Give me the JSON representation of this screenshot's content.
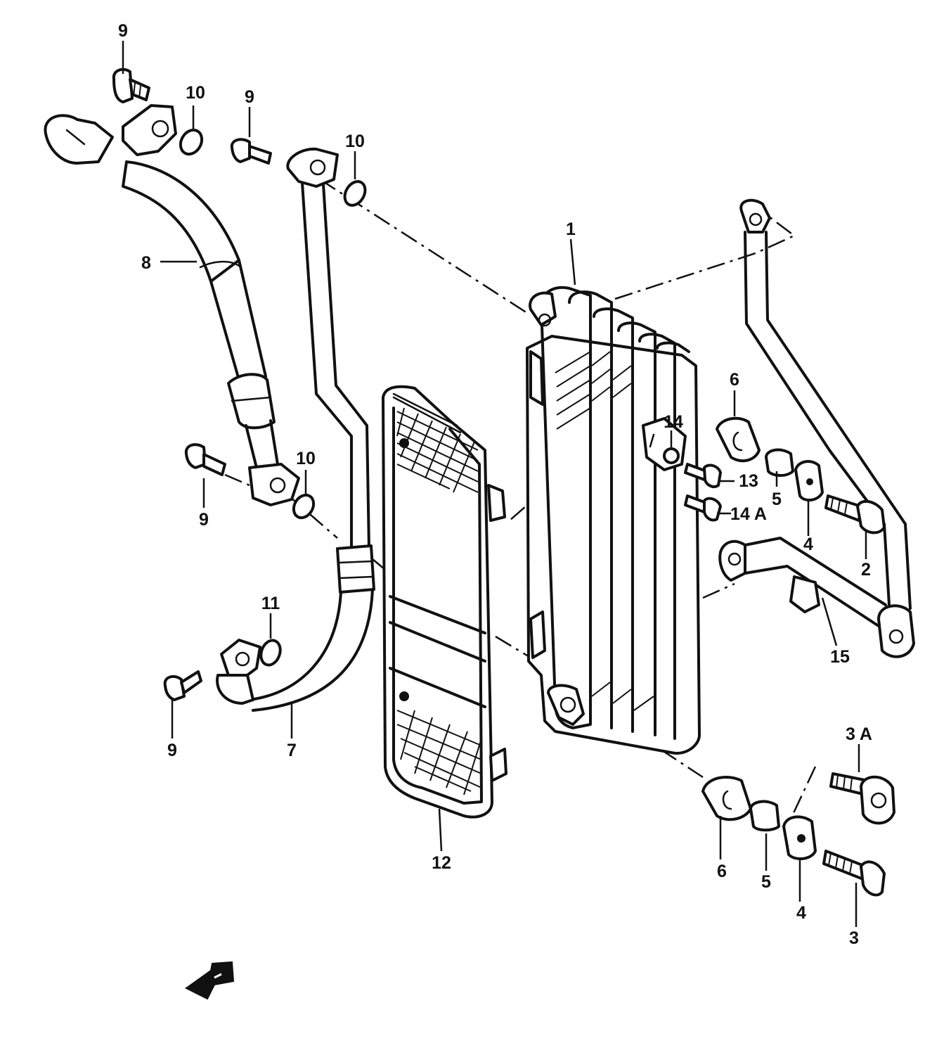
{
  "diagram": {
    "callouts": {
      "c1": "1",
      "c2": "2",
      "c3": "3",
      "c3a": "3 A",
      "c4a": "4",
      "c4b": "4",
      "c5a": "5",
      "c5b": "5",
      "c6a": "6",
      "c6b": "6",
      "c7": "7",
      "c8": "8",
      "c9a": "9",
      "c9b": "9",
      "c9c": "9",
      "c9d": "9",
      "c10a": "10",
      "c10b": "10",
      "c10c": "10",
      "c11": "11",
      "c12": "12",
      "c13": "13",
      "c14": "14",
      "c14a": "14 A",
      "c15": "15"
    },
    "direction_arrow_icon": "front-direction-arrow-icon"
  }
}
